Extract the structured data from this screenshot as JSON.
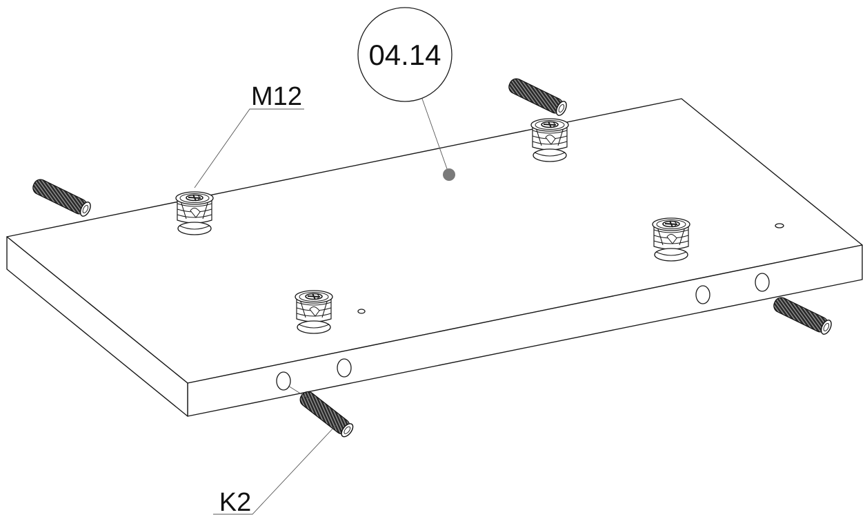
{
  "diagram": {
    "step_label": "04.14",
    "part_labels": {
      "cam_lock": "M12",
      "dowel": "K2"
    }
  }
}
